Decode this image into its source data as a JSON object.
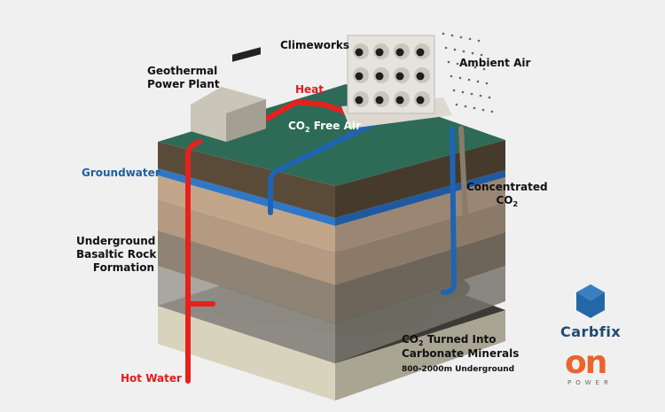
{
  "title": "Carbfix / Climeworks CO2 capture and mineral storage diagram",
  "labels": {
    "geothermal_plant": [
      "Geothermal",
      "Power Plant"
    ],
    "climeworks": "Climeworks",
    "ambient_air": "Ambient Air",
    "heat": "Heat",
    "co2_free_air": {
      "co": "CO",
      "sub": "2",
      "rest": " Free Air"
    },
    "groundwater": "Groundwater",
    "concentrated_co2": {
      "line1": "Concentrated",
      "co": "CO",
      "sub": "2"
    },
    "basaltic_rock": [
      "Underground",
      "Basaltic Rock",
      "Formation"
    ],
    "co2_turned": {
      "co": "CO",
      "sub": "2",
      "rest": " Turned Into",
      "line2": "Carbonate Minerals"
    },
    "depth": "800-2000m Underground",
    "hot_water": "Hot Water"
  },
  "logos": {
    "carbfix": "Carbfix",
    "on": "on",
    "power": "POWER"
  },
  "colors": {
    "background": "#f0f0f0",
    "ground_top": "#2e6b57",
    "hot_pipe": "#e8201c",
    "cold_pipe": "#1f64b4",
    "co2_pipe": "#8a7b6a",
    "groundwater_label": "#1f5fa0",
    "heat_label": "#e31b1b",
    "carbfix_blue": "#1f4a72",
    "on_orange": "#e8652b"
  }
}
